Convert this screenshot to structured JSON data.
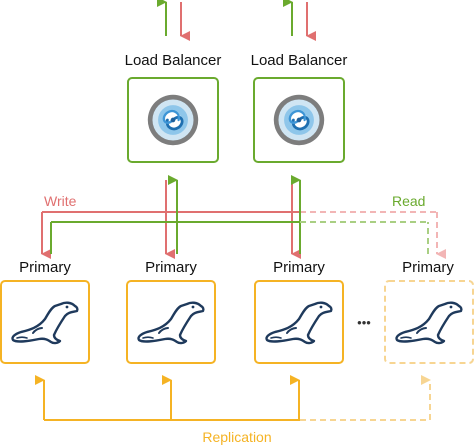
{
  "load_balancers": [
    {
      "label": "Load Balancer",
      "icon": "lb-swirl-icon"
    },
    {
      "label": "Load Balancer",
      "icon": "lb-swirl-icon"
    }
  ],
  "primaries": [
    {
      "label": "Primary",
      "icon": "mariadb-seal-icon",
      "faded": false
    },
    {
      "label": "Primary",
      "icon": "mariadb-seal-icon",
      "faded": false
    },
    {
      "label": "Primary",
      "icon": "mariadb-seal-icon",
      "faded": false
    },
    {
      "label": "Primary",
      "icon": "mariadb-seal-icon",
      "faded": true
    }
  ],
  "flows": {
    "write": "Write",
    "read": "Read",
    "replication": "Replication"
  },
  "ellipsis": "•••",
  "colors": {
    "write": "#e07070",
    "read": "#6aaa2e",
    "replication": "#f5b324",
    "replication_faded": "#f7d592",
    "lb_border": "#6aaa2e",
    "primary_border": "#f5b324",
    "seal": "#1f3a5c"
  }
}
